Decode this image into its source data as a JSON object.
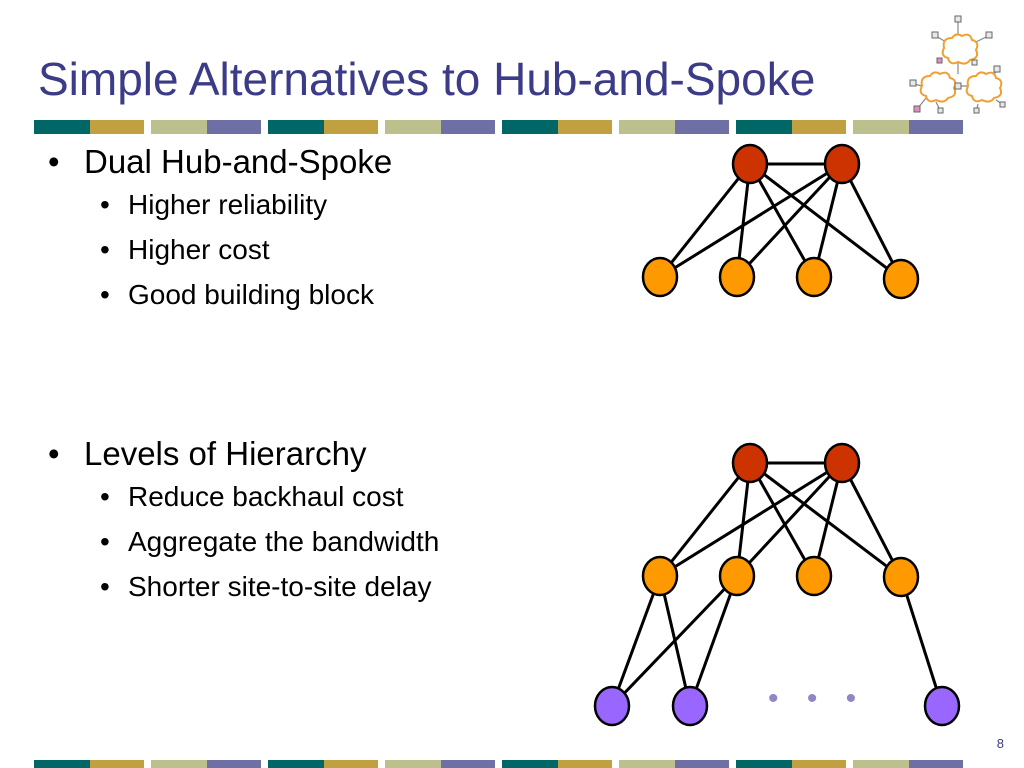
{
  "slide": {
    "title": "Simple Alternatives to Hub-and-Spoke",
    "page_number": "8"
  },
  "colors": {
    "title": "#3b3b87",
    "hub_node": "#cc3300",
    "spoke_node": "#ff9900",
    "leaf_node": "#9966ff",
    "stripe": [
      "#006666",
      "#c0a040",
      "#bcc08c",
      "#6e6fa5"
    ]
  },
  "sections": [
    {
      "heading": "Dual Hub-and-Spoke",
      "items": [
        "Higher reliability",
        "Higher cost",
        "Good building block"
      ]
    },
    {
      "heading": "Levels of Hierarchy",
      "items": [
        "Reduce backhaul cost",
        "Aggregate the bandwidth",
        "Shorter site-to-site delay"
      ]
    }
  ],
  "diagram2": {
    "ellipsis": "• • •"
  },
  "logo": {
    "icon": "network-clouds-icon"
  }
}
